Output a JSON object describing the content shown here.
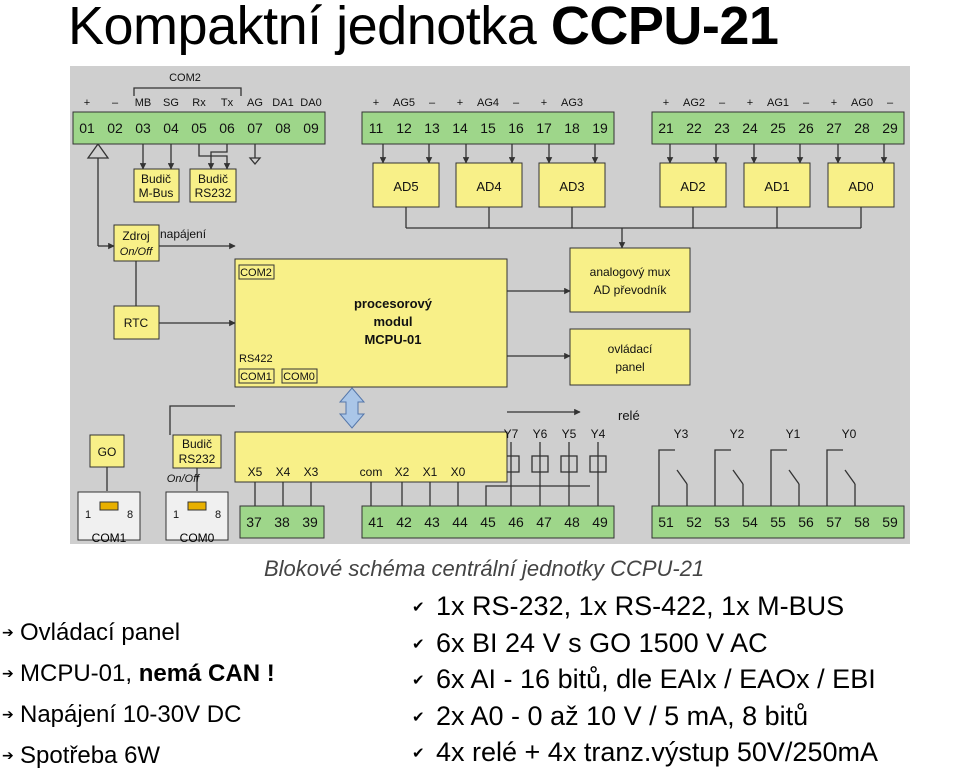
{
  "title": {
    "prefix": "Kompaktní jednotka",
    "bold": "CCPU-21"
  },
  "diagram": {
    "com2_top": "COM2",
    "top_signals": [
      "+",
      "–",
      "MB",
      "SG",
      "Rx",
      "Tx",
      "AG",
      "DA1",
      "DA0"
    ],
    "ag_signals_right": [
      {
        "plus": "+",
        "label": "AG5",
        "minus": "–"
      },
      {
        "plus": "+",
        "label": "AG4",
        "minus": "–"
      },
      {
        "plus": "+",
        "label": "AG3",
        "minus": ""
      },
      {
        "plus": "+",
        "label": "AG2",
        "minus": "–"
      },
      {
        "plus": "+",
        "label": "AG1",
        "minus": "–"
      },
      {
        "plus": "+",
        "label": "AG0",
        "minus": "–"
      }
    ],
    "top_terminals_a": [
      "01",
      "02",
      "03",
      "04",
      "05",
      "06",
      "07",
      "08",
      "09"
    ],
    "top_terminals_b": [
      "11",
      "12",
      "13",
      "14",
      "15",
      "16",
      "17",
      "18",
      "19"
    ],
    "top_terminals_c": [
      "21",
      "22",
      "23",
      "24",
      "25",
      "26",
      "27",
      "28",
      "29"
    ],
    "ad_blocks": [
      "AD5",
      "AD4",
      "AD3",
      "AD2",
      "AD1",
      "AD0"
    ],
    "budic_mbus": [
      "Budič",
      "M-Bus"
    ],
    "budic_rs232_top": [
      "Budič",
      "RS232"
    ],
    "zdroj": [
      "Zdroj",
      "On/Off"
    ],
    "napajeni": "napájení",
    "rtc": "RTC",
    "cpu_com2": "COM2",
    "cpu_title": [
      "procesorový",
      "modul",
      "MCPU-01"
    ],
    "cpu_rs422": "RS422",
    "cpu_com1": "COM1",
    "cpu_com0": "COM0",
    "mux": [
      "analogový mux",
      "AD převodník"
    ],
    "panel": [
      "ovládací",
      "panel"
    ],
    "rele": "relé",
    "go": "GO",
    "budic_rs232_bottom": [
      "Budič",
      "RS232"
    ],
    "onoff": "On/Off",
    "io_labels": [
      "X5",
      "X4",
      "X3",
      "com",
      "X2",
      "X1",
      "X0"
    ],
    "transistor_labels": [
      "Y7",
      "Y6",
      "Y5",
      "Y4"
    ],
    "relay_labels": [
      "Y3",
      "Y2",
      "Y1",
      "Y0"
    ],
    "bottom_terminals_a": [
      "37",
      "38",
      "39"
    ],
    "bottom_terminals_b": [
      "41",
      "42",
      "43",
      "44",
      "45",
      "46",
      "47",
      "48",
      "49"
    ],
    "bottom_terminals_c": [
      "51",
      "52",
      "53",
      "54",
      "55",
      "56",
      "57",
      "58",
      "59"
    ],
    "port_pins": [
      "1",
      "8"
    ],
    "port_com1": "COM1",
    "port_com0": "COM0"
  },
  "caption": "Blokové schéma centrální jednotky CCPU-21",
  "left_list": [
    {
      "text": "Ovládací panel",
      "bold": ""
    },
    {
      "text": "MCPU-01, ",
      "bold": "nemá CAN !"
    },
    {
      "text": "Napájení 10-30V DC",
      "bold": ""
    },
    {
      "text": "Spotřeba 6W",
      "bold": ""
    }
  ],
  "right_list": [
    "1x RS-232, 1x RS-422, 1x M-BUS",
    "6x BI 24 V s GO 1500 V AC",
    "6x AI - 16 bitů, dle EAIx / EAOx / EBI",
    "2x A0 - 0 až 10 V / 5 mA, 8 bitů",
    "4x relé + 4x tranz.výstup 50V/250mA"
  ]
}
